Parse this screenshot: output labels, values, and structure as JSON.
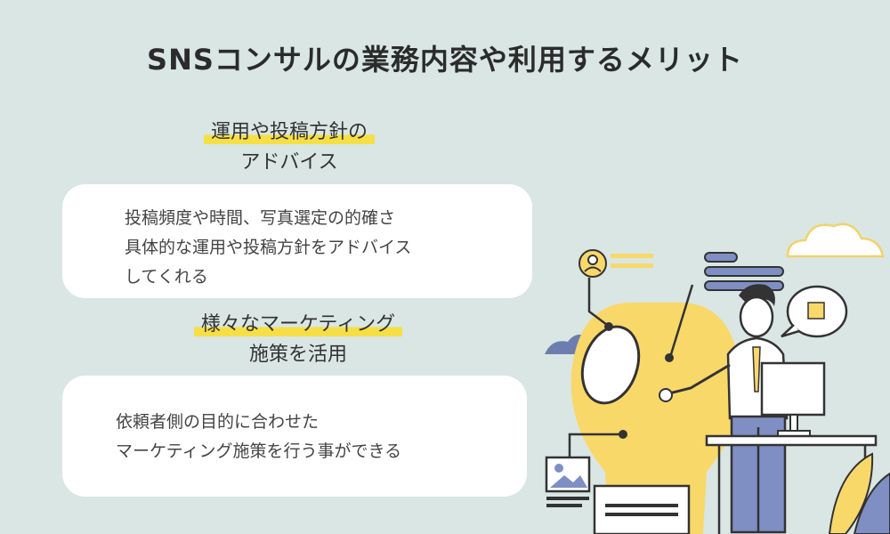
{
  "title": "SNSコンサルの業務内容や利用するメリット",
  "sections": [
    {
      "heading_lines": [
        "運用や投稿方針の",
        "アドバイス"
      ],
      "body_lines": [
        "投稿頻度や時間、写真選定の的確さ",
        "具体的な運用や投稿方針をアドバイス",
        "してくれる"
      ]
    },
    {
      "heading_lines": [
        "様々なマーケティング",
        "施策を活用"
      ],
      "body_lines": [
        "依頼者側の目的に合わせた",
        "マーケティング施策を行う事ができる"
      ]
    }
  ],
  "colors": {
    "background": "#d9e6e3",
    "highlight": "#f6df45",
    "card": "#ffffff",
    "accent_blue": "#7f8fc4",
    "bulb_yellow": "#f9d86a"
  },
  "illustration": {
    "icons": [
      "user-profile-icon",
      "text-lines-icon",
      "speech-bubble-icon",
      "image-card-icon",
      "cloud-icon"
    ]
  }
}
